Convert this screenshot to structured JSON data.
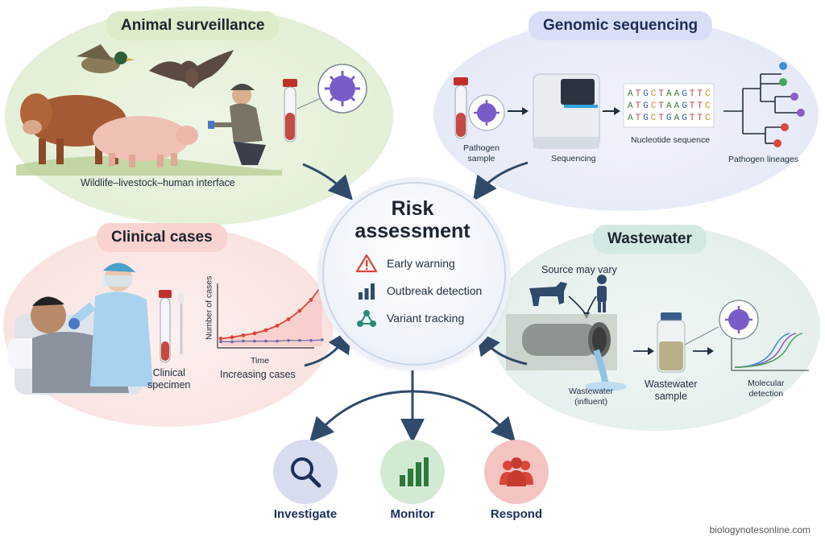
{
  "panels": {
    "animal": {
      "title": "Animal surveillance",
      "caption": "Wildlife–livestock–human interface"
    },
    "genomic": {
      "title": "Genomic sequencing",
      "sample_label": "Pathogen\nsample",
      "sequencing_label": "Sequencing",
      "sequence_lines": [
        "ATGCTAAGTTC",
        "ATGCTAAGTTC",
        "ATGCTGAGTTC"
      ],
      "sequence_label": "Nucleotide sequence",
      "lineages_label": "Pathogen lineages"
    },
    "clinical": {
      "title": "Clinical cases",
      "specimen_label": "Clinical\nspecimen",
      "chart_ylabel": "Number of cases",
      "chart_xlabel": "Time",
      "chart_caption": "Increasing cases"
    },
    "wastewater": {
      "title": "Wastewater",
      "source_label": "Source may vary",
      "influent_label": "Wastewater\n(influent)",
      "sample_label": "Wastewater\nsample",
      "detection_label": "Molecular\ndetection"
    }
  },
  "center": {
    "title_line1": "Risk",
    "title_line2": "assessment",
    "items": [
      {
        "label": "Early warning",
        "icon": "warning-triangle-icon"
      },
      {
        "label": "Outbreak detection",
        "icon": "bar-chart-icon"
      },
      {
        "label": "Variant tracking",
        "icon": "network-nodes-icon"
      }
    ]
  },
  "actions": [
    {
      "label": "Investigate",
      "icon": "magnifier-icon"
    },
    {
      "label": "Monitor",
      "icon": "bar-chart-icon"
    },
    {
      "label": "Respond",
      "icon": "people-group-icon"
    }
  ],
  "footer": "biologynotesonline.com",
  "colors": {
    "navy": "#1c2f5a",
    "arrow": "#2f4a6b",
    "warning": "#d9473b",
    "virus": "#7a5cc9",
    "tube_red": "#c0302b",
    "seq_A": "#3a7d3a",
    "seq_T": "#c23b3b",
    "seq_G": "#2e5cb8",
    "seq_C": "#d08a1a"
  }
}
